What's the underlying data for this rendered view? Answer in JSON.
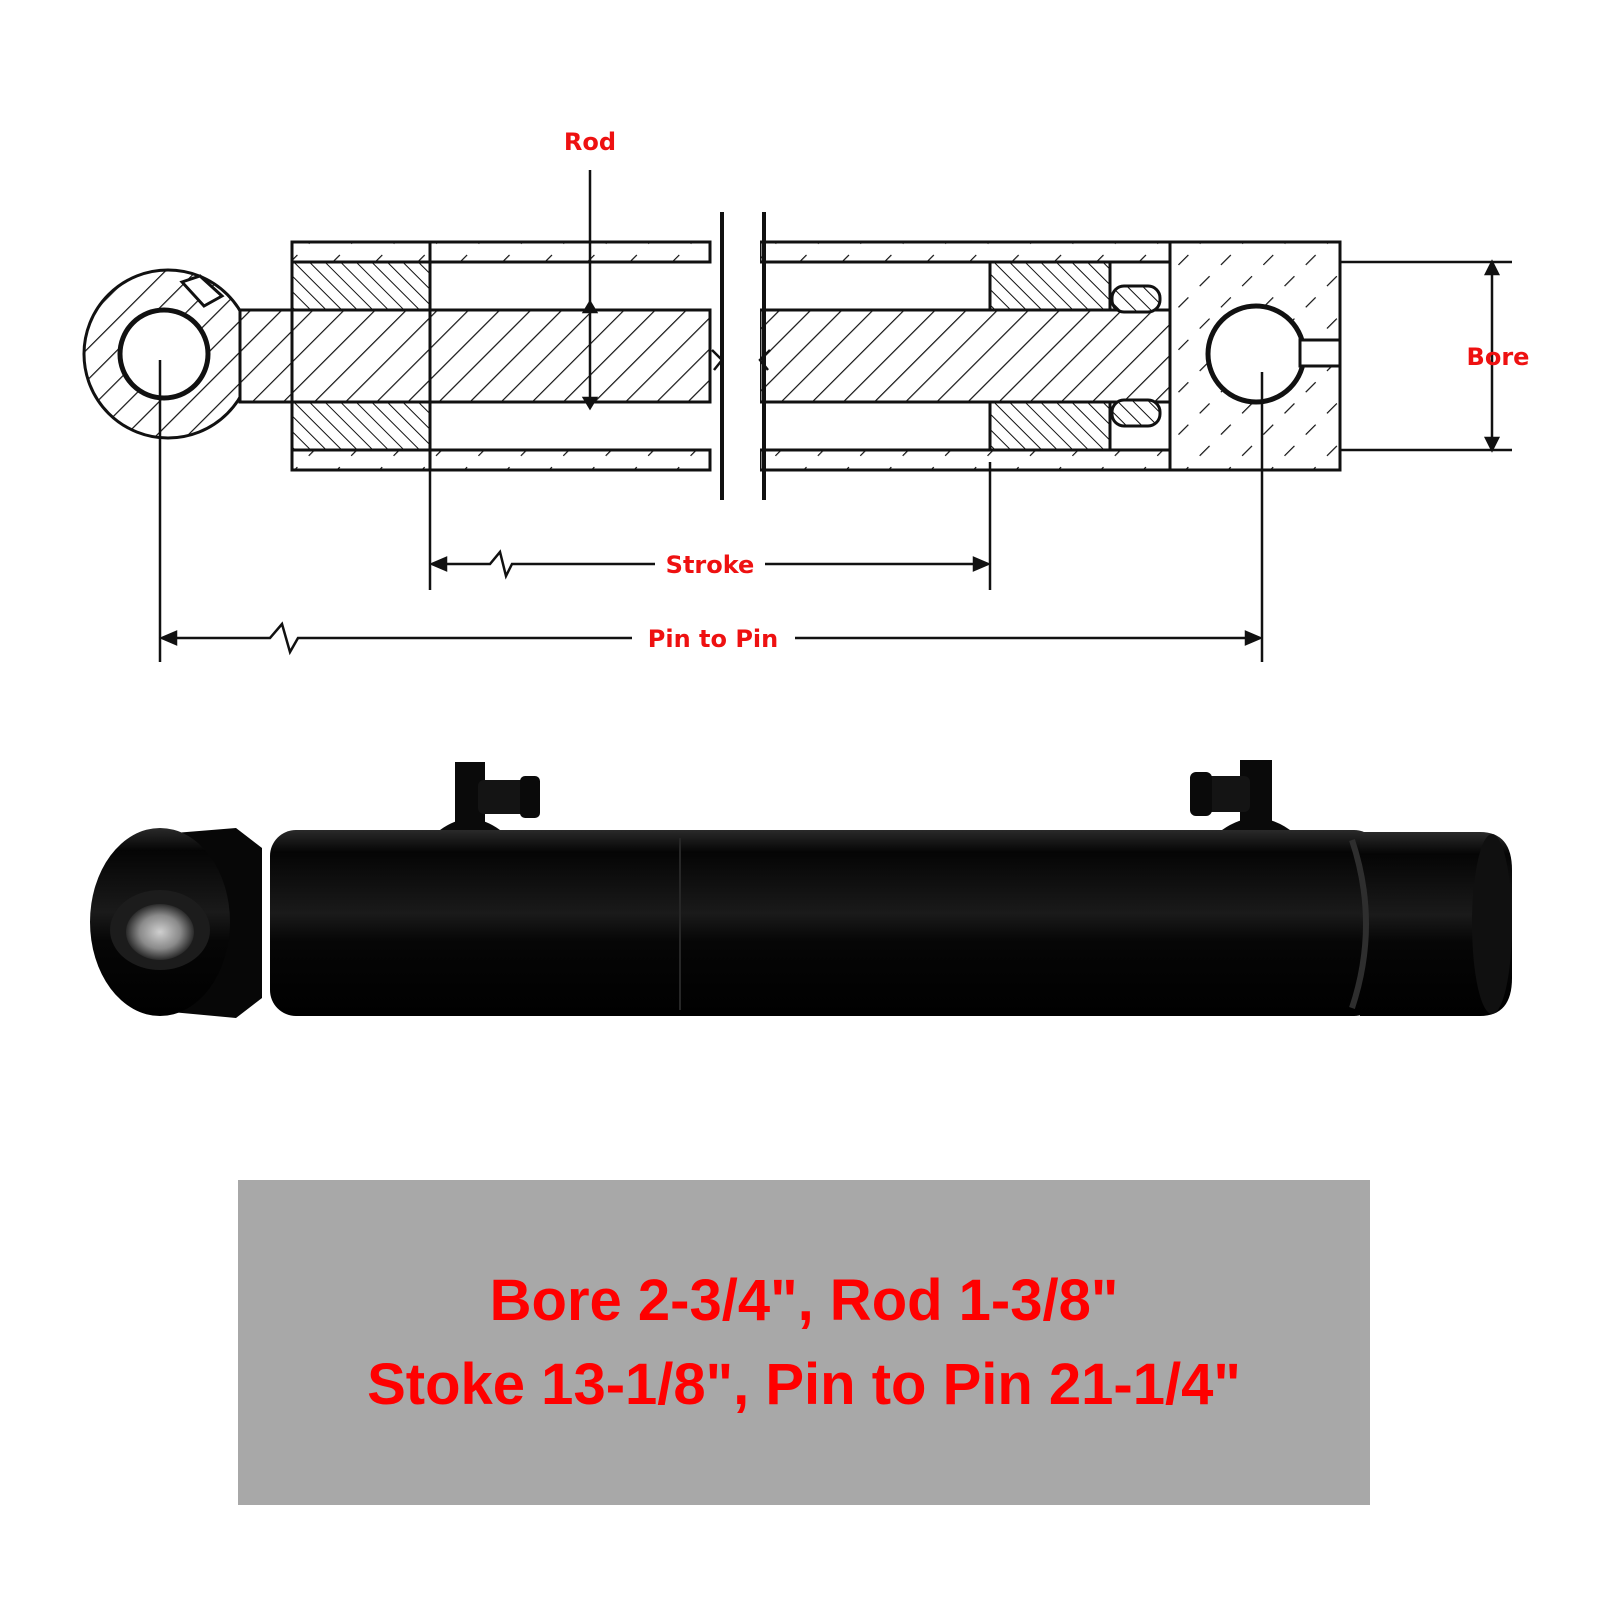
{
  "diagram": {
    "labels": {
      "rod": "Rod",
      "bore": "Bore",
      "stroke": "Stroke",
      "pin_to_pin": "Pin to Pin"
    },
    "accent_color": "#ee1111",
    "line_color": "#111111"
  },
  "product_photo": {
    "color": "#0b0b0b"
  },
  "specs": {
    "line1": "Bore 2-3/4\", Rod 1-3/8\"",
    "line2": "Stoke 13-1/8\", Pin to Pin 21-1/4\"",
    "text_color": "#ff0000",
    "background": "#a8a8a8"
  }
}
